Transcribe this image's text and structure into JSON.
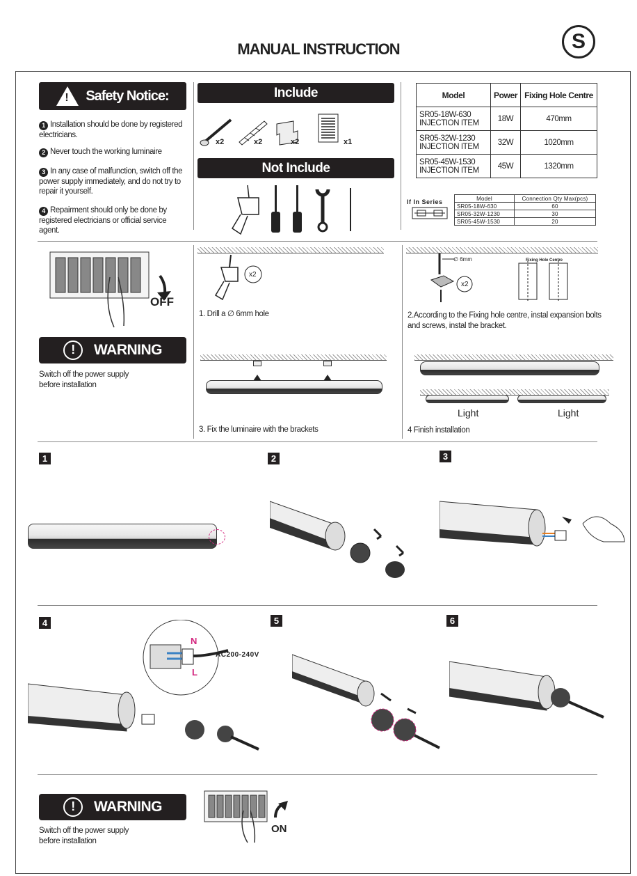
{
  "header": {
    "title": "MANUAL INSTRUCTION",
    "logo_letter": "S"
  },
  "safety": {
    "title": "Safety Notice:",
    "items": [
      {
        "num": "1",
        "text": "Installation should be done by registered electricians."
      },
      {
        "num": "2",
        "text": "Never touch the working luminaire"
      },
      {
        "num": "3",
        "text": "In any case of malfunction, switch off the power supply immediately, and do not try to repair it yourself."
      },
      {
        "num": "4",
        "text": "Repairment should only be done by registered electricians or official service agent."
      }
    ]
  },
  "include": {
    "title": "Include",
    "qty": [
      "x2",
      "x2",
      "x2",
      "x1"
    ]
  },
  "not_include": {
    "title": "Not Include"
  },
  "models": {
    "headers": [
      "Model",
      "Power",
      "Fixing Hole Centre"
    ],
    "rows": [
      {
        "model": "SR05-18W-630\nINJECTION ITEM",
        "power": "18W",
        "centre": "470mm"
      },
      {
        "model": "SR05-32W-1230\nINJECTION ITEM",
        "power": "32W",
        "centre": "1020mm"
      },
      {
        "model": "SR05-45W-1530\nINJECTION ITEM",
        "power": "45W",
        "centre": "1320mm"
      }
    ]
  },
  "series": {
    "label": "If In Series",
    "headers": [
      "Model",
      "Connection  Qty Max(pcs)"
    ],
    "rows": [
      {
        "model": "SR05-18W-630",
        "qty": "60"
      },
      {
        "model": "SR05-32W-1230",
        "qty": "30"
      },
      {
        "model": "SR05-45W-1530",
        "qty": "20"
      }
    ]
  },
  "install": {
    "off_label": "OFF",
    "warning_title": "WARNING",
    "warning_text": "Switch off the power supply before installation",
    "x2": "x2",
    "step1": "1. Drill a ∅ 6mm hole",
    "step2": "2.According to the  Fixing hole centre, instal expansion bolts and screws, instal the bracket.",
    "step3": "3. Fix the luminaire with the brackets",
    "step4": "4  Finish installation",
    "hole_label": "∅ 6mm",
    "fixing_label": "Fixing Hole Centre",
    "light": "Light"
  },
  "wiring": {
    "steps": [
      "1",
      "2",
      "3",
      "4",
      "5",
      "6"
    ],
    "n_label": "N",
    "l_label": "L",
    "voltage": "AC200-240V"
  },
  "footer": {
    "warning_title": "WARNING",
    "warning_text": "Switch off the power supply before installation",
    "on_label": "ON"
  }
}
